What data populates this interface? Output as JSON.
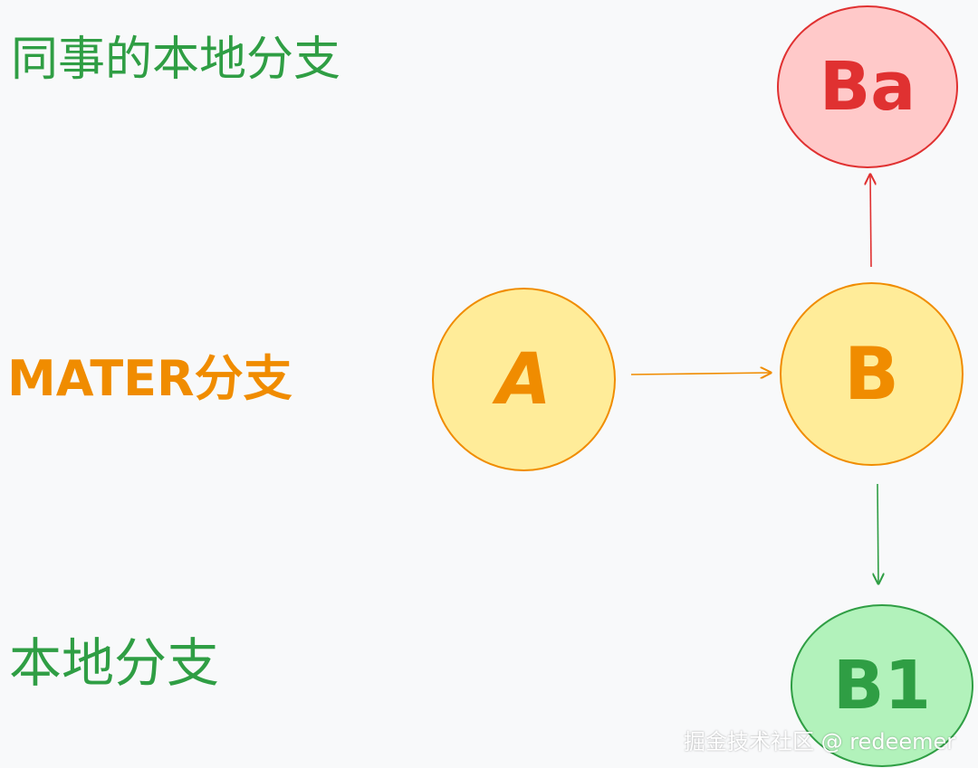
{
  "labels": {
    "colleague_branch": "同事的本地分支",
    "master_branch": "MATER分支",
    "local_branch": "本地分支"
  },
  "nodes": {
    "a": "A",
    "b": "B",
    "ba": "Ba",
    "b1": "B1"
  },
  "colors": {
    "orange": "#f08c00",
    "orange_fill": "#ffec99",
    "red": "#e03131",
    "red_fill": "#ffc9c9",
    "green": "#2f9e44",
    "green_fill": "#b2f2bb"
  },
  "watermark": "掘金技术社区 @ redeemer"
}
